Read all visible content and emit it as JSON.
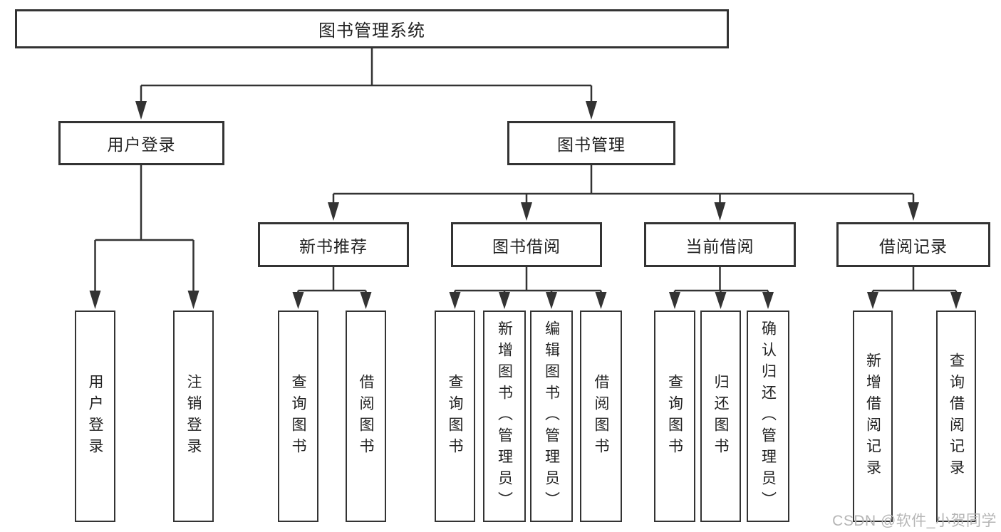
{
  "diagram_type": "hierarchy-tree",
  "colors": {
    "background": "#ffffff",
    "line": "#333333",
    "box_border": "#333333",
    "text": "#222222",
    "watermark": "#b5b5b5"
  },
  "tree": {
    "root": {
      "label": "图书管理系统"
    },
    "branches": [
      {
        "label": "用户登录",
        "leaves": [
          "用户登录",
          "注销登录"
        ]
      },
      {
        "label": "图书管理",
        "groups": [
          {
            "label": "新书推荐",
            "leaves": [
              "查询图书",
              "借阅图书"
            ]
          },
          {
            "label": "图书借阅",
            "leaves": [
              "查询图书",
              "新增图书（管理员）",
              "编辑图书（管理员）",
              "借阅图书"
            ]
          },
          {
            "label": "当前借阅",
            "leaves": [
              "查询图书",
              "归还图书",
              "确认归还（管理员）"
            ]
          },
          {
            "label": "借阅记录",
            "leaves": [
              "新增借阅记录",
              "查询借阅记录"
            ]
          }
        ]
      }
    ]
  },
  "watermark": {
    "text": "CSDN @软件_小贺同学"
  }
}
